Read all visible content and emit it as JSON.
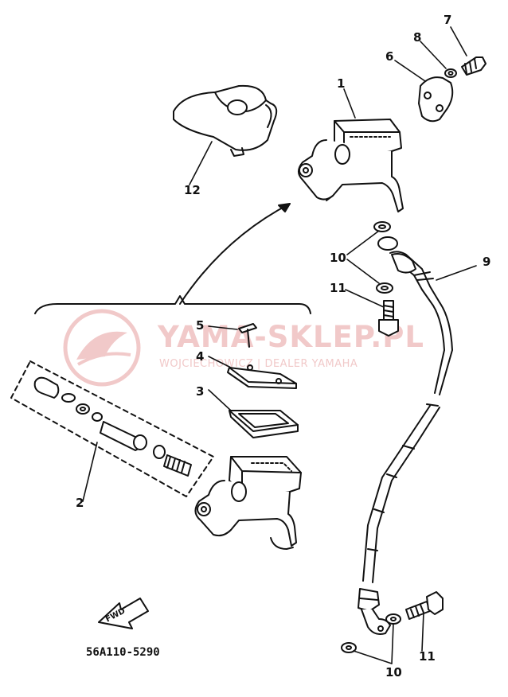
{
  "watermark": {
    "title": "YAMA-SKLEP.PL",
    "subtitle": "WOJCIECHOWICZ | DEALER YAMAHA",
    "color": "#f1c9c9"
  },
  "fwd_mark": "FWD",
  "diagram_code": "56A110-5290",
  "parts": [
    {
      "ref": "1"
    },
    {
      "ref": "2"
    },
    {
      "ref": "3"
    },
    {
      "ref": "4"
    },
    {
      "ref": "5"
    },
    {
      "ref": "6"
    },
    {
      "ref": "7"
    },
    {
      "ref": "8"
    },
    {
      "ref": "9"
    },
    {
      "ref": "10"
    },
    {
      "ref": "10"
    },
    {
      "ref": "11"
    },
    {
      "ref": "11"
    },
    {
      "ref": "12"
    }
  ]
}
